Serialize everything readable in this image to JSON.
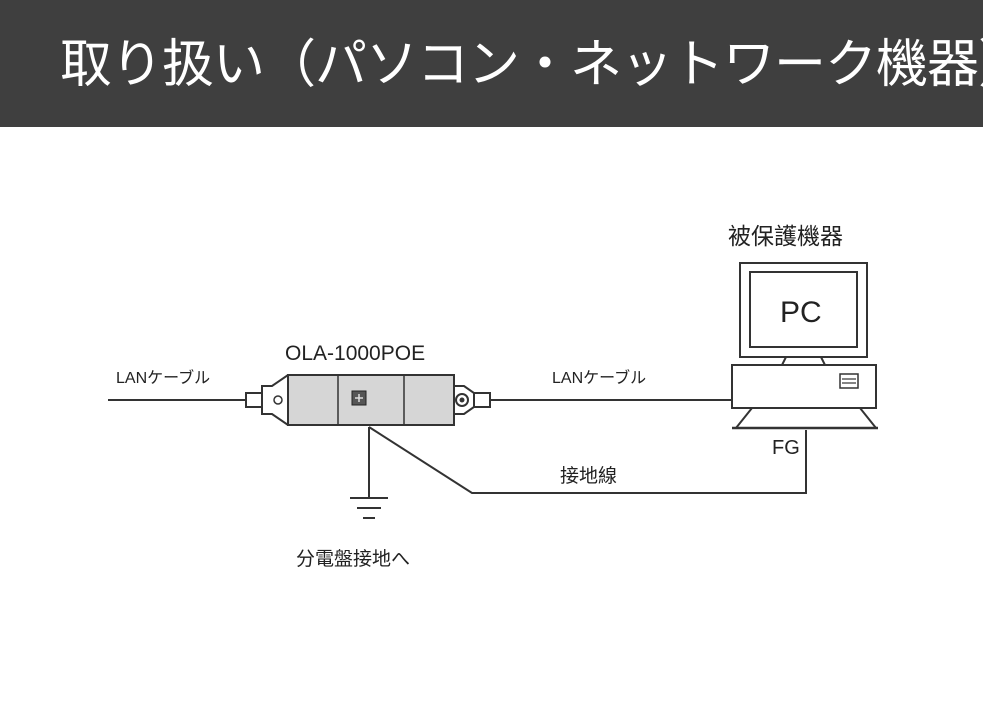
{
  "header": {
    "title": "取り扱い（パソコン・ネットワーク機器）",
    "background": "#3f3f3f"
  },
  "diagram": {
    "device_label": "OLA-1000POE",
    "lan_cable_left": "LANケーブル",
    "lan_cable_right": "LANケーブル",
    "protected_device_label": "被保護機器",
    "pc_label": "PC",
    "fg_label": "FG",
    "ground_wire_label": "接地線",
    "panel_ground_label": "分電盤接地へ"
  }
}
